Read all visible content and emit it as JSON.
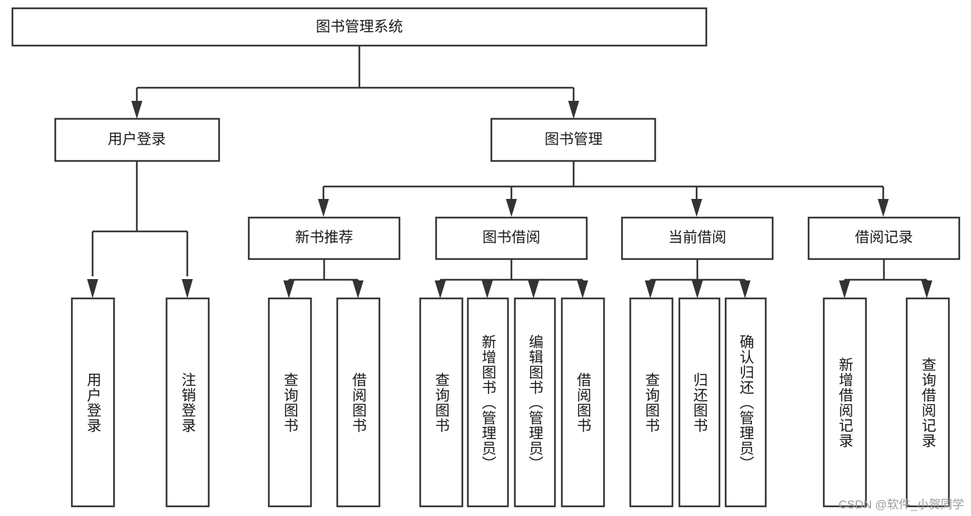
{
  "diagram": {
    "title": "图书管理系统",
    "type": "tree-hierarchy",
    "watermark": "CSDN @软件_小贺同学",
    "colors": {
      "stroke": "#333333",
      "fill": "#ffffff",
      "text": "#1a1a1a",
      "watermark": "#9b9b9b",
      "background": "#ffffff"
    },
    "levels": {
      "root": {
        "label": "图书管理系统"
      },
      "level2": [
        {
          "label": "用户登录"
        },
        {
          "label": "图书管理"
        }
      ],
      "level3": [
        {
          "label": "新书推荐"
        },
        {
          "label": "图书借阅"
        },
        {
          "label": "当前借阅"
        },
        {
          "label": "借阅记录"
        }
      ],
      "leaves_user_login": [
        {
          "label": "用户登录"
        },
        {
          "label": "注销登录"
        }
      ],
      "leaves_new_book": [
        {
          "label": "查询图书"
        },
        {
          "label": "借阅图书"
        }
      ],
      "leaves_borrow": [
        {
          "label": "查询图书"
        },
        {
          "label": "新增图书（管理员）"
        },
        {
          "label": "编辑图书（管理员）"
        },
        {
          "label": "借阅图书"
        }
      ],
      "leaves_current": [
        {
          "label": "查询图书"
        },
        {
          "label": "归还图书"
        },
        {
          "label": "确认归还（管理员）"
        }
      ],
      "leaves_records": [
        {
          "label": "新增借阅记录"
        },
        {
          "label": "查询借阅记录"
        }
      ]
    }
  }
}
